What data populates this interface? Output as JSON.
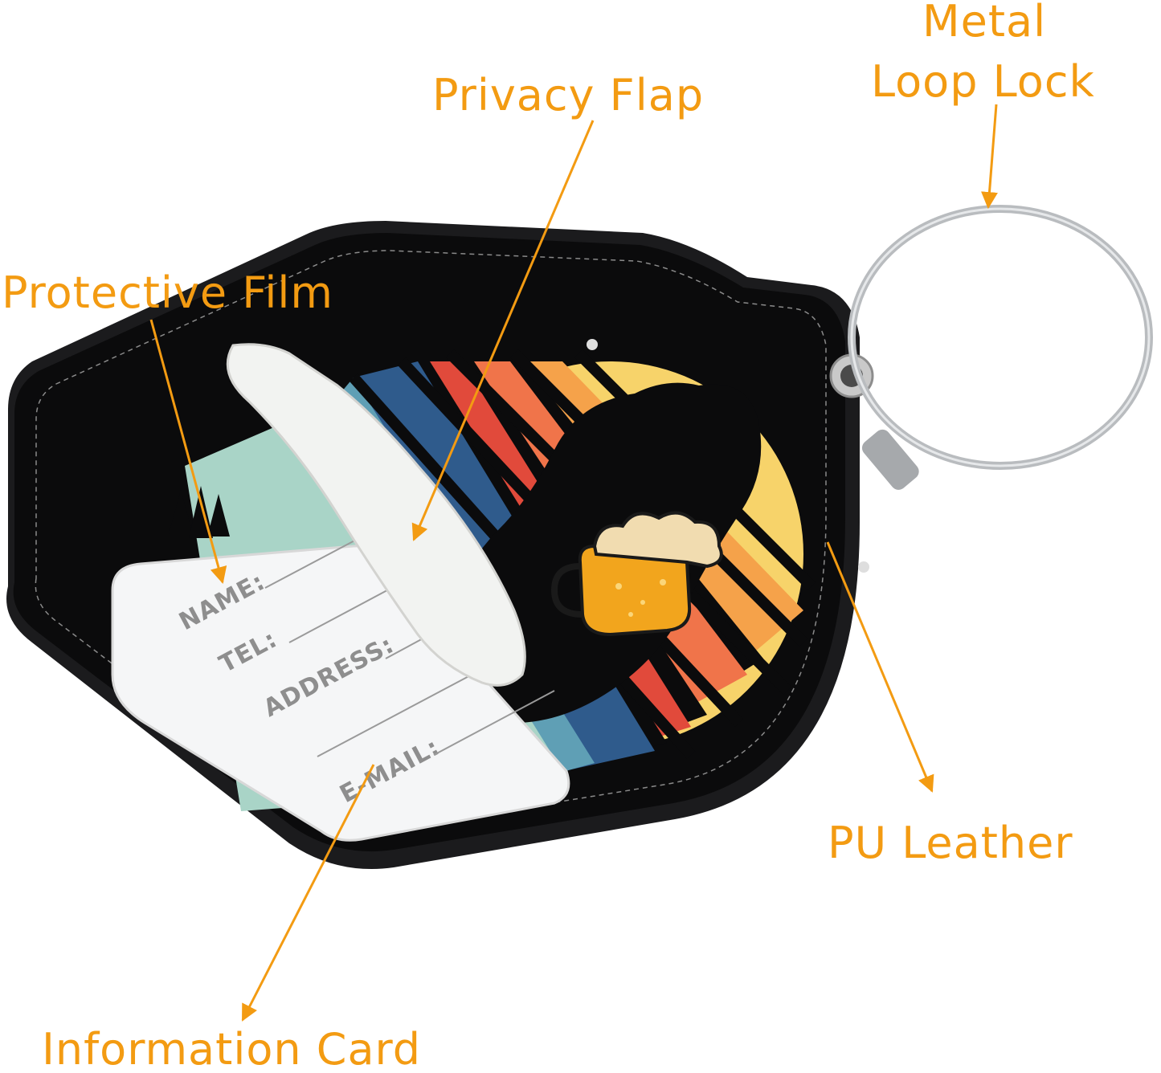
{
  "callouts": {
    "metal_loop_lock_line1": "Metal",
    "metal_loop_lock_line2": "Loop Lock",
    "privacy_flap": "Privacy Flap",
    "protective_film": "Protective Film",
    "pu_leather": "PU Leather",
    "information_card": "Information Card"
  },
  "card_fields": {
    "name": "NAME:",
    "tel": "TEL:",
    "address": "ADDRESS:",
    "email": "E-MAIL:"
  },
  "colors": {
    "accent_orange": "#F39B12",
    "leather_black": "#0b0b0c",
    "stripe_blue": "#2f5b8c",
    "stripe_red": "#e14a3b",
    "stripe_coral": "#f0744a",
    "stripe_orange": "#f5a24a",
    "stripe_yellow": "#f7d36a",
    "stripe_teal": "#5f9fb5",
    "stripe_mint": "#a9d4c7",
    "beer_amber": "#f2a51d",
    "foam_cream": "#f1dcb0"
  },
  "icons": {
    "metal_loop": "wire-loop-icon",
    "grommet": "grommet-icon",
    "beer_mug": "beer-mug-icon",
    "bigfoot": "bigfoot-silhouette-icon"
  }
}
